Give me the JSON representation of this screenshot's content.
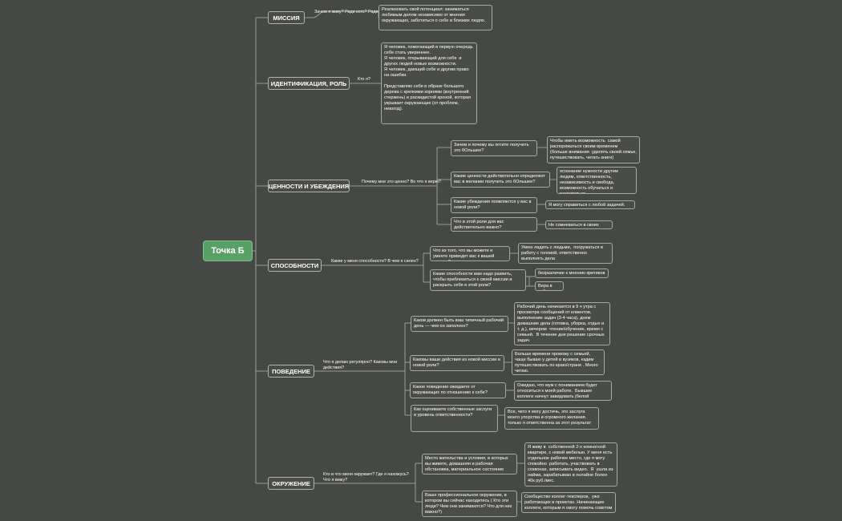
{
  "root": "Точка Б",
  "branches": [
    {
      "title": "МИССИЯ",
      "question": "Зачем я живу? Ради кого? Ради чего?",
      "answers": [
        "Реализовать свой потенциал: заниматься любимым делом независимо от мнения окружающих, заботиться о себе и близких людях."
      ]
    },
    {
      "title": "ИДЕНТИФИКАЦИЯ, РОЛЬ",
      "question": "Кто я?",
      "answers": [
        "Я человек, помогающий в первую очередь себе стать увереннее.\nЯ человек, открывающий для себя  и других людей новые возможности.\nЯ человек, дающий себе и другим право на ошибки.\n\nПредставляю себя в образе большого дерева с крепкими корнями (внутренний стержень) и раскидистой кроной, которая укрывает окружающих (от проблем, невзгод)."
      ]
    },
    {
      "title": "ЦЕННОСТИ И УБЕЖДЕНИЯ",
      "question": "Почему мне это ценно? Во что я верю?",
      "subs": [
        {
          "q": "Зачем и почему вы хотите получить это бОльшее?",
          "a": [
            "Чтобы иметь возможность  самой распоряжаться своим временем  (больше внимания  уделять своей семье, путешествовать, читать книги)"
          ]
        },
        {
          "q": "Какие ценности действительно определяют вас в желании получить это бОльшее?",
          "a": [
            "осознание нужности другим людям, ответственность,  независимость и свобода,  возможность обучаться и развиваться"
          ]
        },
        {
          "q": "Какие убеждения появляются у вас в новой роли?",
          "a": [
            "Я могу справиться с любой задачей."
          ]
        },
        {
          "q": "Что в этой роли для вас действительно важно?",
          "a": [
            "Не сомневаться в своих силах"
          ]
        }
      ]
    },
    {
      "title": "СПОСОБНОСТИ",
      "question": "Какие у меня способности? В чем я силен?",
      "subs": [
        {
          "q": "Что из того, что вы можете и умеете приведет вас к вашей миссии?",
          "a": [
            "Умею ладить с людьми,  погружаться в работу с головой, ответственно выполнять дела"
          ]
        },
        {
          "q": "Какие способности вам надо развить, чтобы приблизиться к своей миссии и раскрыть себя в этой роли?",
          "a": [
            "безразличие к мнению критиков",
            "Вера в себя"
          ]
        }
      ]
    },
    {
      "title": "ПОВЕДЕНИЕ",
      "question": "Что я делаю регулярно? Каковы мои действия?",
      "subs": [
        {
          "q": "Каков должен быть ваш типичный рабочий день — чем он заполнен?",
          "a": [
            "Рабочий день начинается в 9 ч утра с просмотра сообщений от клиентов, выполнение задач (3-4 часа), днем домашние дела (готовка, уборка, отдых и т. д.), вечером  чтение/обучение, время с семьей.  В течение дня решение срочных задач."
          ]
        },
        {
          "q": "Каковы ваши действия из новой миссии и новой роли?",
          "a": [
            "Больше времени провожу с семьей, чаще бываю у детей в вузиков, ездим путешествовать по краю/стране . Много читаю."
          ]
        },
        {
          "q": "Какое поведение ожидаете от окружающих по отношению к себе?",
          "a": [
            "Ожидаю, что муж с пониманием будет относиться к моей работе.  Бывшие коллеги начнут завидовать (белой завистью)"
          ]
        },
        {
          "q": "Как оцениваете собственные заслуги и уровень ответственности?",
          "a": [
            "Все, чего я могу достичь, это заслуга моего упорства и огромного желания.  только я ответственна за этот результат"
          ]
        }
      ]
    },
    {
      "title": "ОКРУЖЕНИЕ",
      "question": "Кто и что меня окружает? Где я нахожусь? Что я вижу?",
      "subs": [
        {
          "q": "Место жительства и условия, в которых вы живете, домашняя и рабочая обстановка, материальное состояние",
          "a": [
            "Я живу в  собственной 2-х комнатной квартире, с новой мебелью. У меня есть отдельное рабочее место, где я могу спокойно  работать, участвовать в созвонах, записывать видео.  Я  ушла из найма, зарабатываю в онлайне более 40к руб./мес."
          ]
        },
        {
          "q": "Ваше профессиональное окружение, в котором вы сейчас находитесь ( Кто эти люди? Чем они занимаются? Что для них важно?)",
          "a": [
            "Сообщество коллег-тексперов,  уже работающих в проектах. Начинающие коллеги, которым я смогу помочь советом"
          ]
        }
      ]
    }
  ]
}
